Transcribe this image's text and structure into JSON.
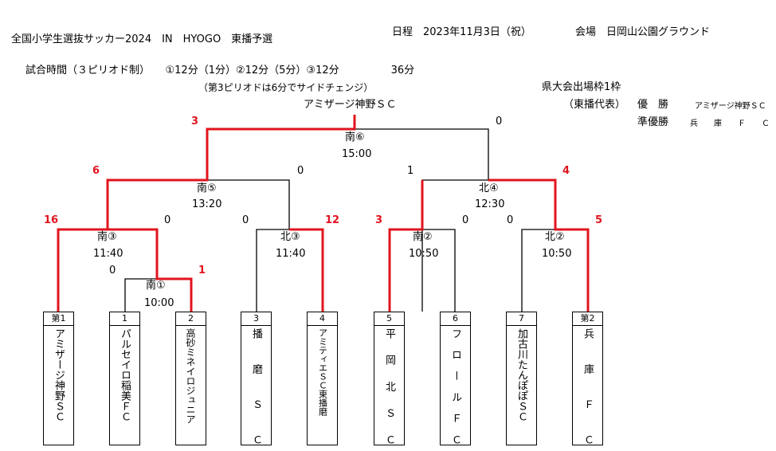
{
  "header": {
    "title": "全国小学生選抜サッカー2024　IN　HYOGO　東播予選",
    "schedule": "日程　2023年11月3日（祝）",
    "venue": "会場　日岡山公園グラウンド",
    "match_time": "試合時間（３ピリオド制）　　①12分（1分）②12分（5分）③12分　　　　　36分",
    "match_time_note": "（第3ピリオドは6分でサイドチェンジ）",
    "qualify": "県大会出場枠1枠",
    "rep_label": "（東播代表）",
    "winner_label": "優　勝",
    "winner_value": "アミザージ神野ＳＣ",
    "runnerup_label": "準優勝",
    "runnerup_value": "兵　　庫　　Ｆ　　Ｃ",
    "champion": "アミザージ神野ＳＣ"
  },
  "teams": [
    {
      "seed": "第1",
      "name": "アミザージ神野ＳＣ"
    },
    {
      "seed": "1",
      "name": "パルセイロ稲美ＦＣ"
    },
    {
      "seed": "2",
      "name": "高砂ミネイロジュニア"
    },
    {
      "seed": "3",
      "name": "播磨ＳＣ"
    },
    {
      "seed": "4",
      "name": "アミティエＳＣ東播磨"
    },
    {
      "seed": "5",
      "name": "平岡北ＳＣ"
    },
    {
      "seed": "6",
      "name": "フロールＦＣ"
    },
    {
      "seed": "7",
      "name": "加古川たんぽぽＳＣ"
    },
    {
      "seed": "第2",
      "name": "兵庫ＦＣ"
    }
  ],
  "matches": {
    "s1": {
      "label": "南①",
      "time": "10:00",
      "left": "0",
      "right": "1"
    },
    "s3": {
      "label": "南③",
      "time": "11:40",
      "left": "16",
      "right": "0"
    },
    "n3": {
      "label": "北③",
      "time": "11:40",
      "left": "0",
      "right": "12"
    },
    "s2": {
      "label": "南②",
      "time": "10:50",
      "left": "3",
      "right": "0"
    },
    "n2": {
      "label": "北②",
      "time": "10:50",
      "left": "0",
      "right": "5"
    },
    "s5": {
      "label": "南⑤",
      "time": "13:20",
      "left": "6",
      "right": "0"
    },
    "n4": {
      "label": "北④",
      "time": "12:30",
      "left": "1",
      "right": "4"
    },
    "s6": {
      "label": "南⑥",
      "time": "15:00",
      "left": "3",
      "right": "0"
    }
  },
  "colors": {
    "winner_line": "#e0141e",
    "loser_line": "#000000"
  }
}
